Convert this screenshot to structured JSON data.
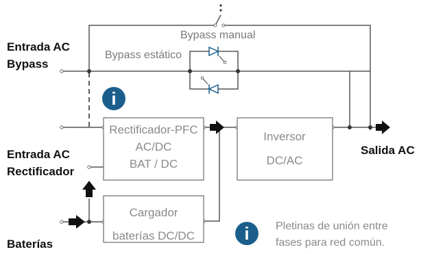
{
  "labels": {
    "entrada_ac_bypass": [
      "Entrada AC",
      "Bypass"
    ],
    "entrada_ac_rectificador": [
      "Entrada AC",
      "Rectificador"
    ],
    "baterias": "Baterías",
    "salida_ac": "Salida AC",
    "bypass_manual": "Bypass manual",
    "bypass_estatico": "Bypass estático"
  },
  "blocks": {
    "rectificador": [
      "Rectificador-PFC",
      "AC/DC",
      "BAT / DC"
    ],
    "inversor": [
      "Inversor",
      "DC/AC"
    ],
    "cargador": [
      "Cargador",
      "baterías DC/DC"
    ]
  },
  "note": [
    "Pletinas de unión entre",
    "fases para red común."
  ],
  "info_icon_glyph": "i",
  "colors": {
    "accent": "#1b5e8c",
    "wire": "#555555",
    "text_gray": "#8a8a8a"
  }
}
